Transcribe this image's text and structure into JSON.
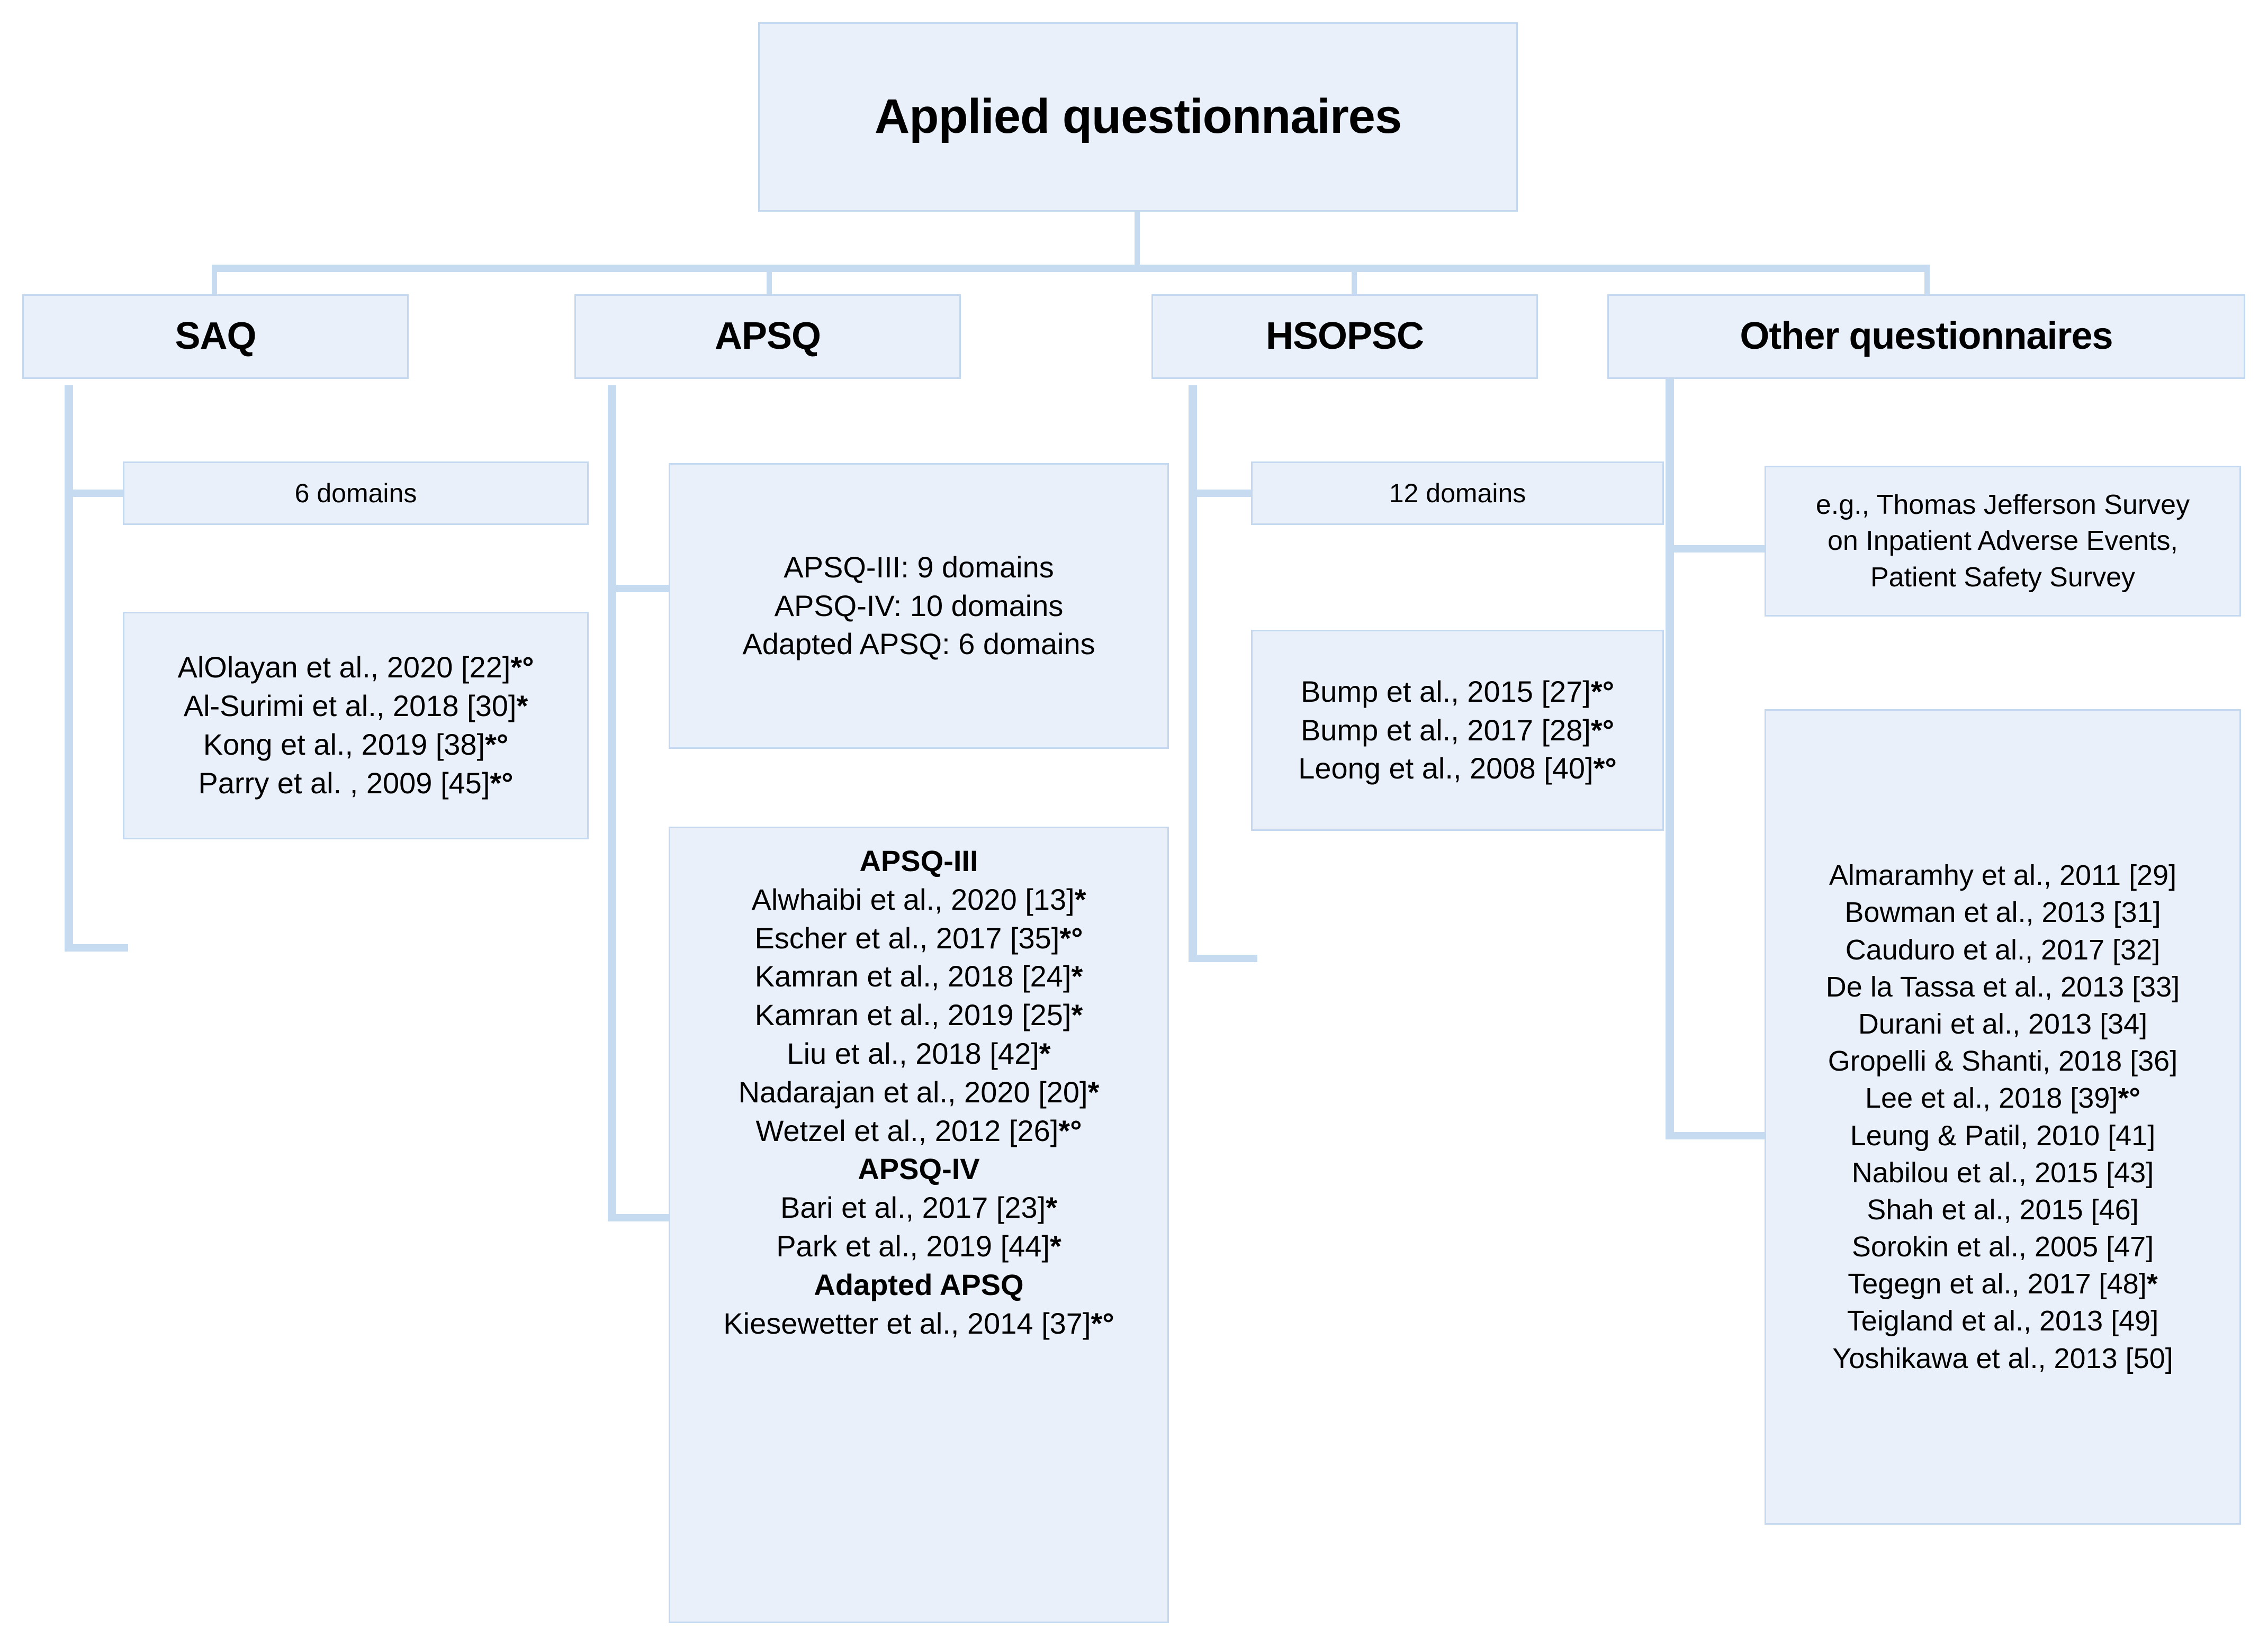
{
  "diagram": {
    "title": "Applied questionnaires",
    "colors": {
      "box_fill": "#e9f0f9",
      "box_border": "#c4d9ef",
      "connector": "#c6dbf0",
      "text": "#000000"
    },
    "root": {
      "label": "Applied questionnaires"
    },
    "branches": [
      {
        "key": "saq",
        "label": "SAQ",
        "domains": "6 domains",
        "studies": [
          {
            "text": "AlOlayan et al., 2020 [22]",
            "marks": "*°"
          },
          {
            "text": "Al-Surimi et al., 2018 [30]",
            "marks": "*"
          },
          {
            "text": "Kong et al., 2019 [38]",
            "marks": "*°"
          },
          {
            "text": "Parry et al. , 2009 [45]",
            "marks": "*°"
          }
        ]
      },
      {
        "key": "apsq",
        "label": "APSQ",
        "domains_lines": [
          "APSQ-III: 9 domains",
          "APSQ-IV: 10 domains",
          "Adapted APSQ: 6 domains"
        ],
        "groups": [
          {
            "heading": "APSQ-III",
            "studies": [
              {
                "text": "Alwhaibi et al., 2020 [13]",
                "marks": "*"
              },
              {
                "text": "Escher et al., 2017 [35]",
                "marks": "*°"
              },
              {
                "text": "Kamran et al., 2018 [24]",
                "marks": "*"
              },
              {
                "text": "Kamran et al., 2019 [25]",
                "marks": "*"
              },
              {
                "text": "Liu et al., 2018 [42]",
                "marks": "*"
              },
              {
                "text": "Nadarajan et al., 2020 [20]",
                "marks": "*"
              },
              {
                "text": "Wetzel et al., 2012 [26]",
                "marks": "*°"
              }
            ]
          },
          {
            "heading": "APSQ-IV",
            "studies": [
              {
                "text": "Bari et al., 2017 [23]",
                "marks": "*"
              },
              {
                "text": "Park et al., 2019 [44]",
                "marks": "*"
              }
            ]
          },
          {
            "heading": "Adapted APSQ",
            "studies": [
              {
                "text": "Kiesewetter et al., 2014 [37]",
                "marks": "*°"
              }
            ]
          }
        ]
      },
      {
        "key": "hsopsc",
        "label": "HSOPSC",
        "domains": "12 domains",
        "studies": [
          {
            "text": "Bump et al., 2015 [27]",
            "marks": "*°"
          },
          {
            "text": "Bump et al., 2017 [28]",
            "marks": "*°"
          },
          {
            "text": "Leong et al., 2008 [40]",
            "marks": "*°"
          }
        ]
      },
      {
        "key": "other",
        "label": "Other questionnaires",
        "examples_lines": [
          "e.g., Thomas Jefferson Survey",
          "on Inpatient Adverse Events,",
          "Patient Safety Survey"
        ],
        "studies": [
          {
            "text": "Almaramhy et al., 2011 [29]",
            "marks": ""
          },
          {
            "text": "Bowman et al., 2013 [31]",
            "marks": ""
          },
          {
            "text": "Cauduro et al., 2017 [32]",
            "marks": ""
          },
          {
            "text": "De la Tassa et al., 2013 [33]",
            "marks": ""
          },
          {
            "text": "Durani et al., 2013 [34]",
            "marks": ""
          },
          {
            "text": "Gropelli & Shanti, 2018 [36]",
            "marks": ""
          },
          {
            "text": "Lee et al., 2018 [39]",
            "marks": "*°"
          },
          {
            "text": "Leung & Patil, 2010 [41]",
            "marks": ""
          },
          {
            "text": "Nabilou et al., 2015 [43]",
            "marks": ""
          },
          {
            "text": "Shah et al., 2015 [46]",
            "marks": ""
          },
          {
            "text": "Sorokin et al., 2005 [47]",
            "marks": ""
          },
          {
            "text": "Tegegn et al., 2017 [48]",
            "marks": "*"
          },
          {
            "text": "Teigland et al., 2013 [49]",
            "marks": ""
          },
          {
            "text": "Yoshikawa et al., 2013 [50]",
            "marks": ""
          }
        ]
      }
    ]
  }
}
